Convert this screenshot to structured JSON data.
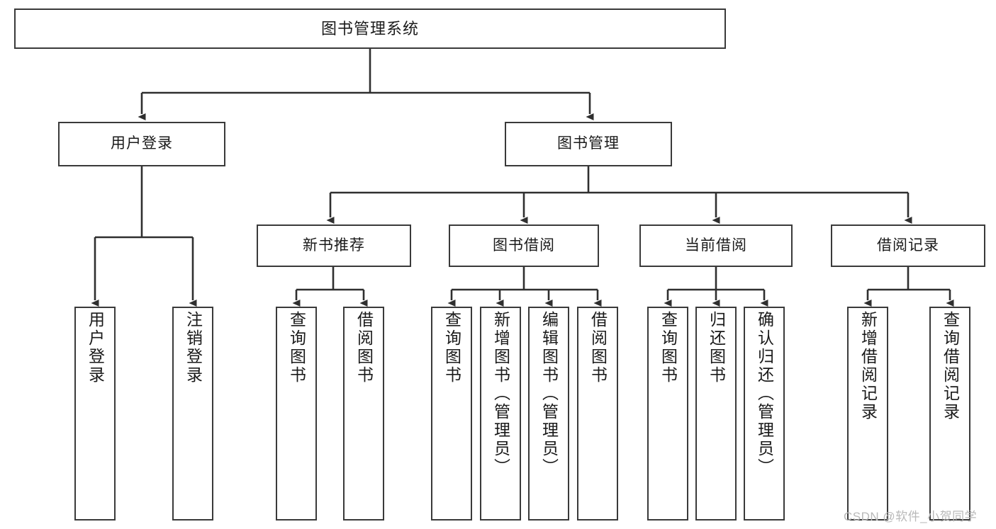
{
  "diagram": {
    "title": "图书管理系统",
    "type": "tree-hierarchy",
    "root": {
      "label": "图书管理系统"
    },
    "level1": [
      {
        "label": "用户登录"
      },
      {
        "label": "图书管理"
      }
    ],
    "level2": [
      {
        "label": "新书推荐"
      },
      {
        "label": "图书借阅"
      },
      {
        "label": "当前借阅"
      },
      {
        "label": "借阅记录"
      }
    ],
    "leaves": {
      "user_login": [
        {
          "label": "用户登录"
        },
        {
          "label": "注销登录"
        }
      ],
      "new_book_recommend": [
        {
          "label": "查询图书"
        },
        {
          "label": "借阅图书"
        }
      ],
      "book_borrow": [
        {
          "label": "查询图书"
        },
        {
          "label": "新增图书（管理员）"
        },
        {
          "label": "编辑图书（管理员）"
        },
        {
          "label": "借阅图书"
        }
      ],
      "current_borrow": [
        {
          "label": "查询图书"
        },
        {
          "label": "归还图书"
        },
        {
          "label": "确认归还（管理员）"
        }
      ],
      "borrow_record": [
        {
          "label": "新增借阅记录"
        },
        {
          "label": "查询借阅记录"
        }
      ]
    }
  },
  "watermark": {
    "text": "CSDN @软件_小贺同学"
  },
  "colors": {
    "stroke": "#3a3a3a",
    "background": "#ffffff",
    "text": "#1a1a1a",
    "watermark": "#b9b9b9"
  }
}
